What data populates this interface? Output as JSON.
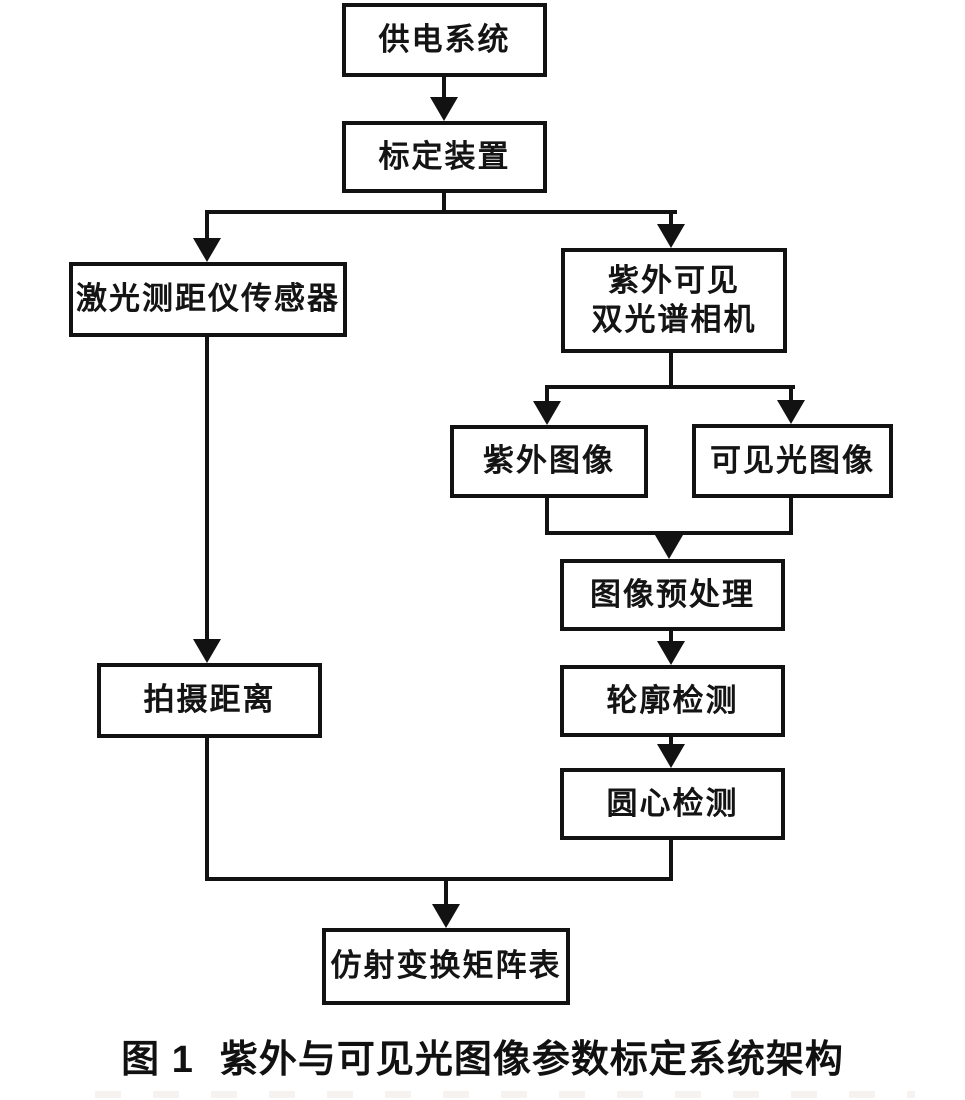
{
  "figure": {
    "caption": {
      "number": "图 1",
      "title": "紫外与可见光图像参数标定系统架构"
    },
    "nodes": {
      "power_system": "供电系统",
      "calibration_device": "标定装置",
      "laser_rangefinder_sensor": "激光测距仪传感器",
      "uv_visible_camera_line1": "紫外可见",
      "uv_visible_camera_line2": "双光谱相机",
      "uv_image": "紫外图像",
      "visible_light_image": "可见光图像",
      "image_preprocessing": "图像预处理",
      "contour_detection": "轮廓检测",
      "circle_center_detection": "圆心检测",
      "shooting_distance": "拍摄距离",
      "affine_transform_matrix_table": "仿射变换矩阵表"
    },
    "colors": {
      "line": "#121212",
      "text": "#141414",
      "background": "#ffffff"
    }
  }
}
